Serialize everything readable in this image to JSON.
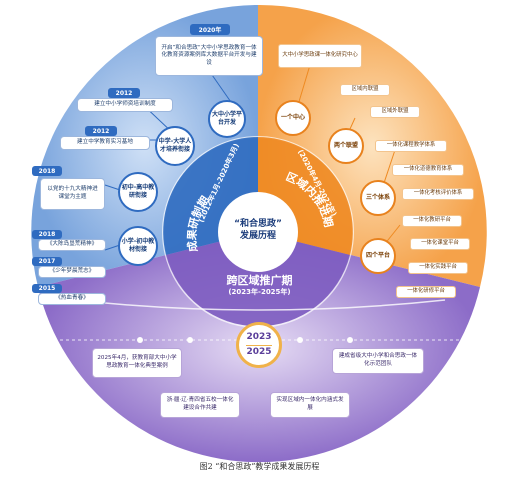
{
  "center": {
    "line1": "“和合思政”",
    "line2": "发展历程"
  },
  "phase1": {
    "title": "成果研制期",
    "period": "(2012年1月-2020年3月)"
  },
  "phase2": {
    "title": "区域内推进期",
    "period": "(2020年4月-2022年)"
  },
  "phase3": {
    "title": "跨区域推广期",
    "period": "(2023年-2025年)"
  },
  "blue": {
    "nodes": [
      "大中小学平台开发",
      "中学-大学人才培养衔接",
      "初中-高中教研衔接",
      "小学-初中教材衔接"
    ],
    "years": [
      "2020年",
      "2012",
      "2012",
      "2018",
      "2018",
      "2017",
      "2015"
    ],
    "boxes": [
      "开启”和合思政“大中小学思政教育一体化教育资源案例库大数据平台开发与建设",
      "建立中小学师资培训制度",
      "建立中学教育实习基地",
      "以党的十九大精神进课堂为主题",
      "《大陈岛垦荒精神》",
      "《少年梦晨荒志》",
      "《热血青春》"
    ]
  },
  "orange": {
    "nodes": [
      "一个中心",
      "两个联盟",
      "三个体系",
      "四个平台"
    ],
    "items": [
      "大中小学思政课一体化研究中心",
      "区域内联盟",
      "区域外联盟",
      "一体化课程教学体系",
      "一体化道德教育体系",
      "一体化考核评价体系",
      "一体化教研平台",
      "一体化课堂平台",
      "一体化实践平台",
      "一体化研修平台"
    ]
  },
  "purple": {
    "years": {
      "start": "2023",
      "end": "2025"
    },
    "boxes": [
      "2025年4月，获教育部大中小学思政教育一体化典型案例",
      "建成省级大中小学和合思政一体化示范团队",
      "浙·疆·辽·青四省五校一体化建设合作共建",
      "实现区域内一体化内涵式发展"
    ]
  },
  "caption": "图2  “和合思政”教学成果发展历程",
  "colors": {
    "blue": "#2f6bc0",
    "orange": "#ee8a22",
    "purple": "#7d5cc0"
  }
}
